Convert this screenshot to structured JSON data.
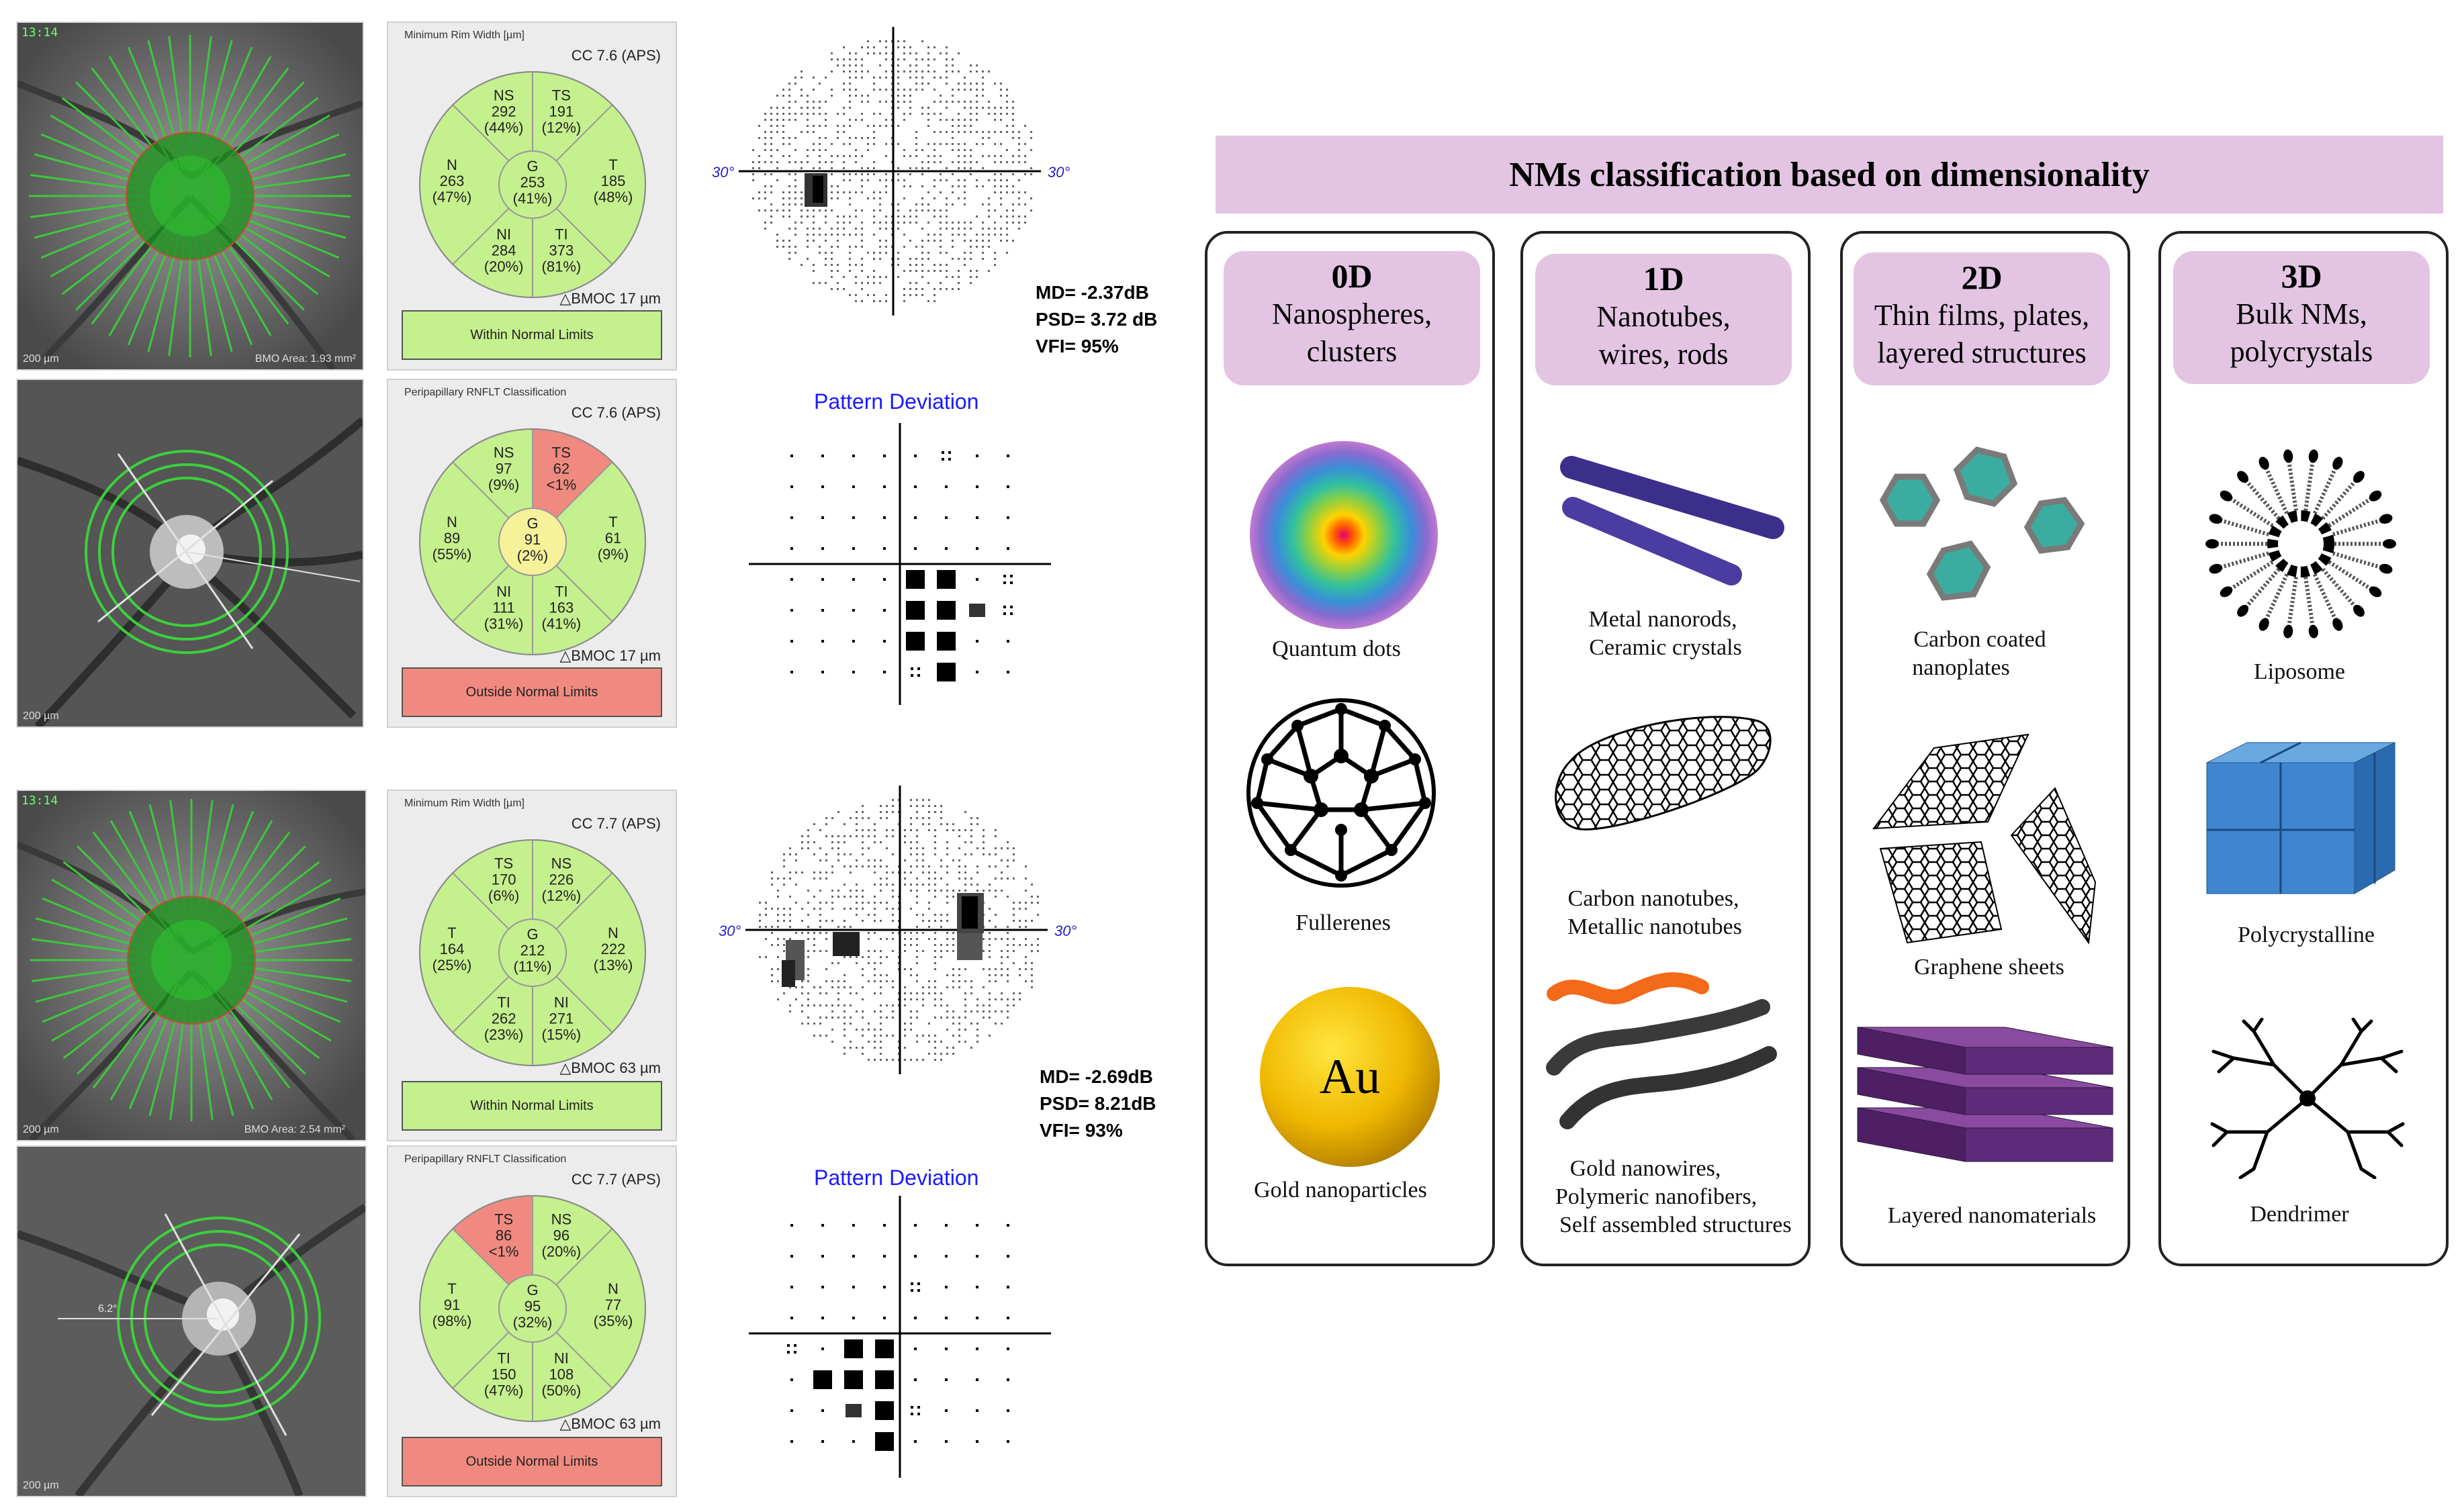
{
  "oct_top": {
    "fundus_tag": "13:14",
    "bmo_area": "BMO Area: 1.93 mm²",
    "scale": "200 µm",
    "mrw": {
      "title": "Minimum Rim Width [µm]",
      "cc": "CC 7.6 (APS)",
      "sectors": {
        "NS": [
          "NS",
          "292",
          "(44%)"
        ],
        "TS": [
          "TS",
          "191",
          "(12%)"
        ],
        "N": [
          "N",
          "263",
          "(47%)"
        ],
        "G": [
          "G",
          "253",
          "(41%)"
        ],
        "T": [
          "T",
          "185",
          "(48%)"
        ],
        "NI": [
          "NI",
          "284",
          "(20%)"
        ],
        "TI": [
          "TI",
          "373",
          "(81%)"
        ]
      },
      "bmoc": "△BMOC 17 µm",
      "result": "Within Normal Limits"
    },
    "rnfl": {
      "title": "Peripapillary RNFLT Classification",
      "cc": "CC 7.6 (APS)",
      "sectors": {
        "NS": [
          "NS",
          "97",
          "(9%)"
        ],
        "TS": [
          "TS",
          "62",
          "<1%"
        ],
        "N": [
          "N",
          "89",
          "(55%)"
        ],
        "G": [
          "G",
          "91",
          "(2%)"
        ],
        "T": [
          "T",
          "61",
          "(9%)"
        ],
        "NI": [
          "NI",
          "111",
          "(31%)"
        ],
        "TI": [
          "TI",
          "163",
          "(41%)"
        ]
      },
      "bmoc": "△BMOC 17 µm",
      "result": "Outside Normal Limits"
    }
  },
  "oct_bottom": {
    "fundus_tag": "13:14",
    "bmo_area": "BMO Area: 2.54 mm²",
    "scale": "200 µm",
    "ring_label": "6.2°",
    "mrw": {
      "title": "Minimum Rim Width [µm]",
      "cc": "CC 7.7 (APS)",
      "sectors": {
        "TS": [
          "TS",
          "170",
          "(6%)"
        ],
        "NS": [
          "NS",
          "226",
          "(12%)"
        ],
        "T": [
          "T",
          "164",
          "(25%)"
        ],
        "G": [
          "G",
          "212",
          "(11%)"
        ],
        "N": [
          "N",
          "222",
          "(13%)"
        ],
        "TI": [
          "TI",
          "262",
          "(23%)"
        ],
        "NI": [
          "NI",
          "271",
          "(15%)"
        ]
      },
      "bmoc": "△BMOC 63 µm",
      "result": "Within Normal Limits"
    },
    "rnfl": {
      "title": "Peripapillary RNFLT Classification",
      "cc": "CC 7.7 (APS)",
      "sectors": {
        "TS": [
          "TS",
          "86",
          "<1%"
        ],
        "NS": [
          "NS",
          "96",
          "(20%)"
        ],
        "T": [
          "T",
          "91",
          "(98%)"
        ],
        "G": [
          "G",
          "95",
          "(32%)"
        ],
        "N": [
          "N",
          "77",
          "(35%)"
        ],
        "TI": [
          "TI",
          "150",
          "(47%)"
        ],
        "NI": [
          "NI",
          "108",
          "(50%)"
        ]
      },
      "bmoc": "△BMOC 63 µm",
      "result": "Outside Normal Limits"
    }
  },
  "vf_top": {
    "axis_left": "30°",
    "axis_right": "30°",
    "md": "MD= -2.37dB",
    "psd": "PSD= 3.72 dB",
    "vfi": "VFI= 95%",
    "pd_title": "Pattern Deviation"
  },
  "vf_bottom": {
    "axis_left": "30°",
    "axis_right": "30°",
    "md": "MD= -2.69dB",
    "psd": "PSD= 8.21dB",
    "vfi": "VFI= 93%",
    "pd_title": "Pattern Deviation"
  },
  "nm": {
    "title": "NMs classification based on dimensionality",
    "columns": [
      {
        "dim": "0D",
        "desc1": "Nanospheres,",
        "desc2": "clusters",
        "items": [
          "Quantum dots",
          "Fullerenes",
          "Gold nanoparticles"
        ],
        "au": "Au"
      },
      {
        "dim": "1D",
        "desc1": "Nanotubes,",
        "desc2": "wires, rods",
        "items": [
          "Metal nanorods,",
          "Ceramic crystals",
          "Carbon nanotubes,",
          "Metallic nanotubes",
          "Gold nanowires,",
          "Polymeric nanofibers,",
          "Self assembled structures"
        ]
      },
      {
        "dim": "2D",
        "desc1": "Thin films, plates,",
        "desc2": "layered structures",
        "items": [
          "Carbon coated",
          "nanoplates",
          "Graphene sheets",
          "Layered nanomaterials"
        ]
      },
      {
        "dim": "3D",
        "desc1": "Bulk NMs,",
        "desc2": "polycrystals",
        "items": [
          "Liposome",
          "Polycrystalline",
          "Dendrimer"
        ]
      }
    ]
  },
  "colors": {
    "green": "#c5f08e",
    "red": "#f08a80",
    "yellow": "#f7f19a",
    "lavender": "#e3c5e3"
  }
}
